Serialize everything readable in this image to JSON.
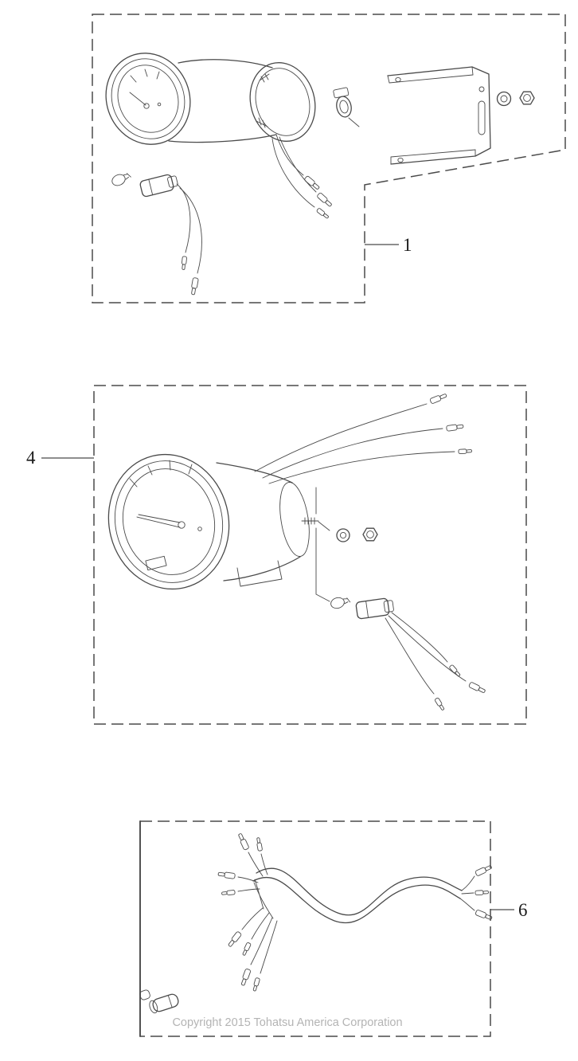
{
  "diagram": {
    "callouts": [
      {
        "label": "1"
      },
      {
        "label": "4"
      },
      {
        "label": "6"
      }
    ],
    "copyright": "Copyright 2015 Tohatsu America Corporation",
    "colors": {
      "line": "#4a4a4a",
      "background": "#ffffff",
      "copyright_text": "#b4b4b4"
    }
  }
}
